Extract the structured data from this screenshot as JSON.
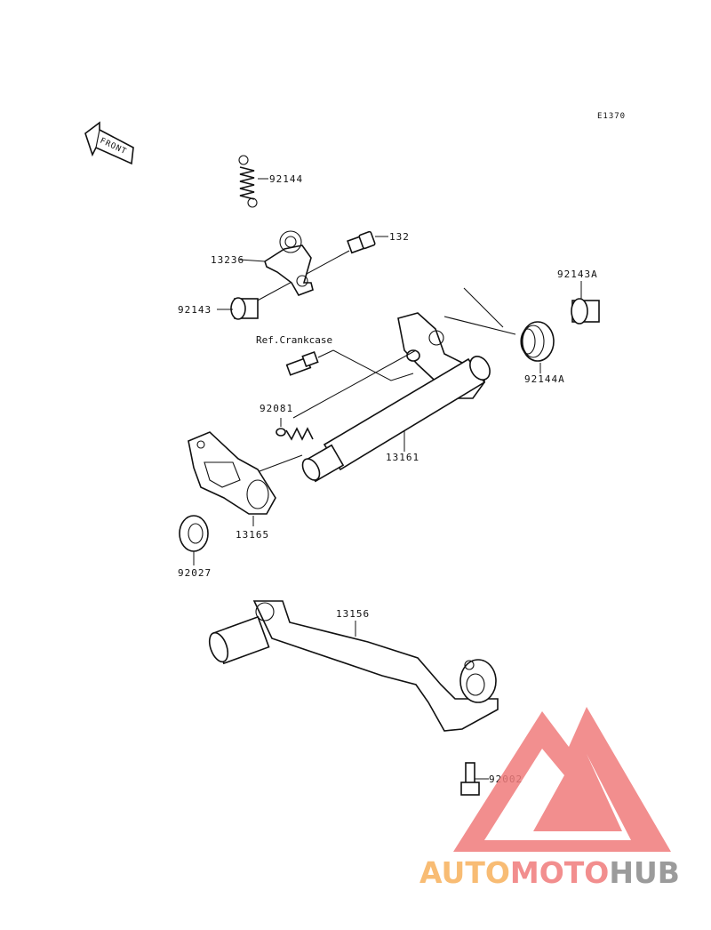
{
  "diagram_code": "E1370",
  "front_label": "FRONT",
  "ref_label": "Ref.Crankcase",
  "parts": {
    "p92144": "92144",
    "p132": "132",
    "p13236": "13236",
    "p92143": "92143",
    "p92143A": "92143A",
    "p92144A": "92144A",
    "p92081": "92081",
    "p13161": "13161",
    "p13165": "13165",
    "p92027": "92027",
    "p13156": "13156",
    "p92002": "92002"
  },
  "watermark": {
    "part1": "AUTO",
    "part2": "MOTO",
    "part3": "HUB",
    "color_orange": "#f7b15c",
    "color_red": "#f07b7b",
    "color_gray": "#8a8a8a"
  }
}
